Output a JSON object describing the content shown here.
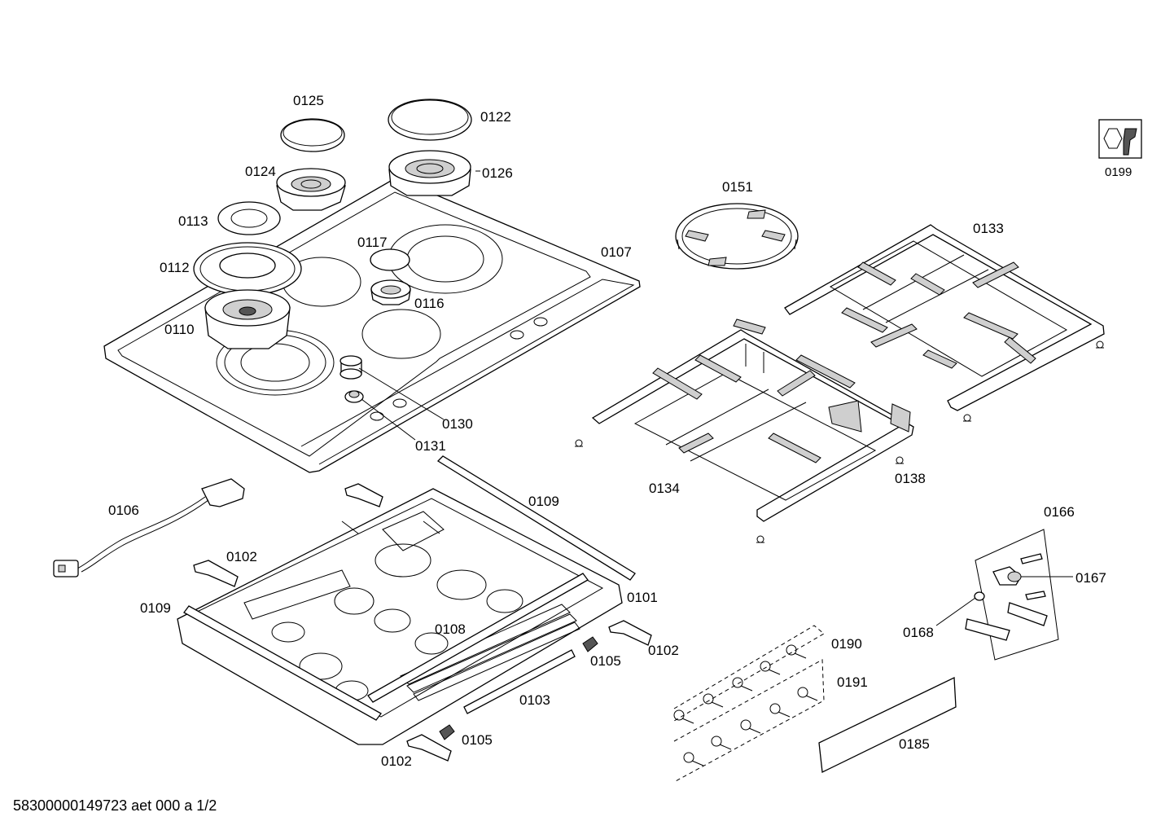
{
  "footer": {
    "document_code": "58300000149723 aet 000 a 1/2"
  },
  "tool_icon": {
    "icon": "wrench-nut-icon",
    "label": "0199"
  },
  "labels": {
    "p0125": "0125",
    "p0122": "0122",
    "p0124": "0124",
    "p0126": "0126",
    "p0113": "0113",
    "p0117": "0117",
    "p0107": "0107",
    "p0112": "0112",
    "p0116": "0116",
    "p0110": "0110",
    "p0130": "0130",
    "p0131": "0131",
    "p0151": "0151",
    "p0133": "0133",
    "p0134": "0134",
    "p0138": "0138",
    "p0106": "0106",
    "p0102a": "0102",
    "p0109a": "0109",
    "p0109b": "0109",
    "p0101": "0101",
    "p0108": "0108",
    "p0105a": "0105",
    "p0102b": "0102",
    "p0103": "0103",
    "p0105b": "0105",
    "p0102c": "0102",
    "p0166": "0166",
    "p0167": "0167",
    "p0168": "0168",
    "p0190": "0190",
    "p0191": "0191",
    "p0185": "0185"
  }
}
